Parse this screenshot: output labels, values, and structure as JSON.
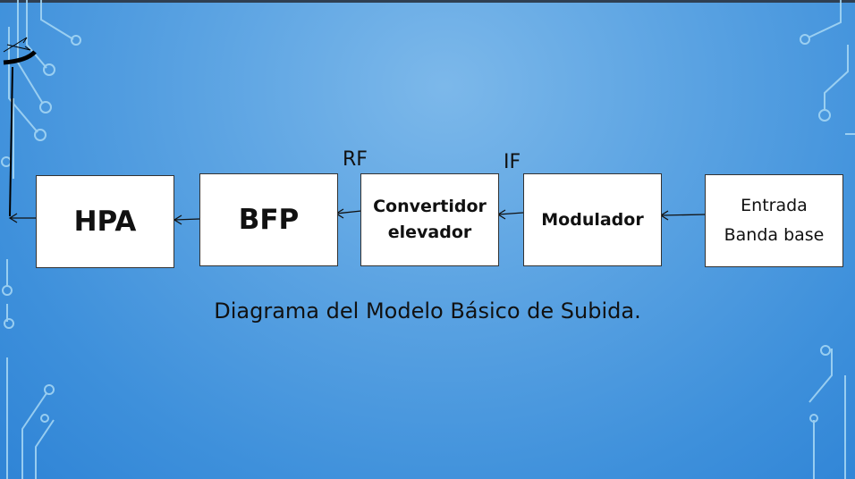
{
  "diagram": {
    "blocks": {
      "hpa": "HPA",
      "bfp": "BFP",
      "converter_line1": "Convertidor",
      "converter_line2": "elevador",
      "modulator": "Modulador",
      "input_line1": "Entrada",
      "input_line2": "Banda base"
    },
    "labels": {
      "rf": "RF",
      "if": "IF"
    },
    "caption": "Diagrama del Modelo Básico de Subida."
  },
  "colors": {
    "background": "#3e90db",
    "circuit": "#9fd4f2",
    "box": "#ffffff"
  }
}
